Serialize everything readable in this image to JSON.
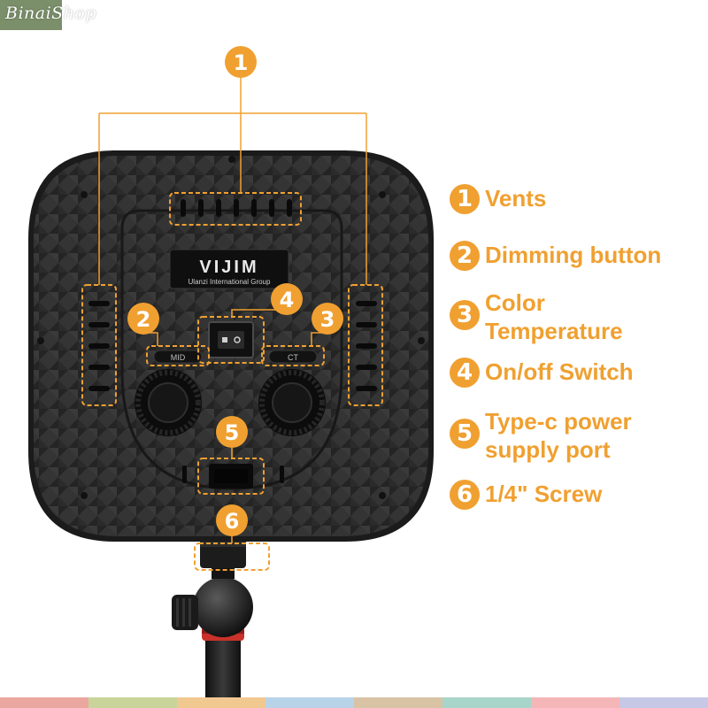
{
  "watermark": {
    "text": "BinaiShop"
  },
  "device": {
    "brand_logo": "VIJIM",
    "brand_subtitle": "Ulanzi International Group",
    "left_knob_label": "MID",
    "right_knob_label": "CT"
  },
  "callouts": [
    {
      "num": "1"
    },
    {
      "num": "2"
    },
    {
      "num": "3"
    },
    {
      "num": "4"
    },
    {
      "num": "5"
    },
    {
      "num": "6"
    }
  ],
  "legend": [
    {
      "num": "1",
      "label": "Vents"
    },
    {
      "num": "2",
      "label": "Dimming button"
    },
    {
      "num": "3",
      "label": "Color Temperature"
    },
    {
      "num": "4",
      "label": "On/off Switch"
    },
    {
      "num": "5",
      "label": "Type-c power supply port"
    },
    {
      "num": "6",
      "label": "1/4\" Screw"
    }
  ],
  "colors": {
    "accent": "#f0a030",
    "watermark_bg": "#7a8f6a",
    "bottom_bar": [
      "#e9a7a0",
      "#c9d49b",
      "#f2c891",
      "#b8d2e8",
      "#d8c3a5",
      "#a8d5c9",
      "#f4b6b6",
      "#c6c8e6"
    ]
  }
}
